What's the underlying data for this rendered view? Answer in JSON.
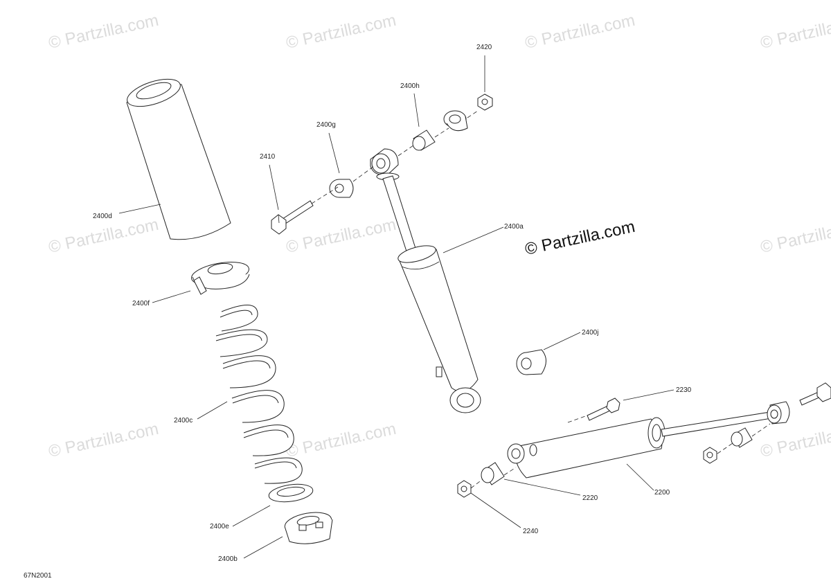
{
  "watermark": "© Partzilla.com",
  "brand_watermark": "© Partzilla.com",
  "diagram_code": "67N2001",
  "callouts": {
    "c2420": "2420",
    "c2400h": "2400h",
    "c2400g": "2400g",
    "c2410": "2410",
    "c2400d": "2400d",
    "c2400a": "2400a",
    "c2400f": "2400f",
    "c2400j": "2400j",
    "c2230": "2230",
    "c2400c": "2400c",
    "c2220": "2220",
    "c2200": "2200",
    "c2400e": "2400e",
    "c2240": "2240",
    "c2400b": "2400b"
  }
}
